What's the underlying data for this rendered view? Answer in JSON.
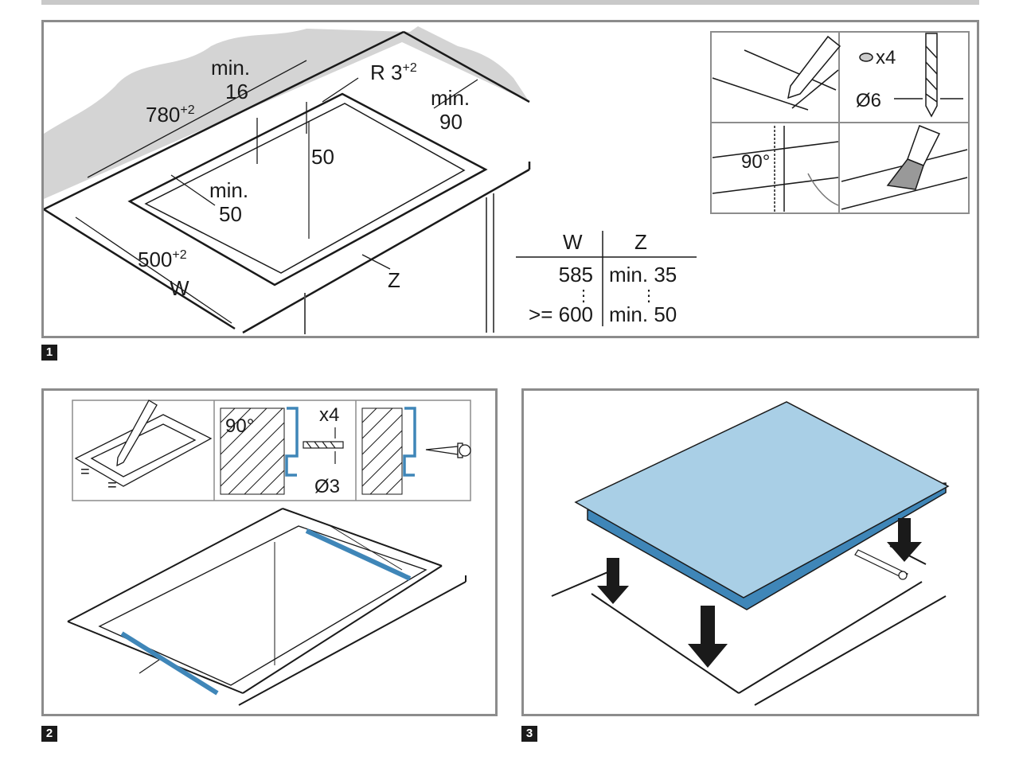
{
  "colors": {
    "accent_blue": "#a9cfe6",
    "bracket_blue": "#3f86b8",
    "line": "#1a1a1a",
    "frame": "#8c8c8c",
    "wall": "#d4d4d4"
  },
  "panel1": {
    "step": "1",
    "dims": {
      "min_top": "min.",
      "min_top_val": "16",
      "radius": "R 3",
      "radius_sup": "+2",
      "length": "780",
      "length_sup": "+2",
      "min_right": "min.",
      "min_right_val": "90",
      "depth_50": "50",
      "min_mid": "min.",
      "min_mid_val": "50",
      "width": "500",
      "width_sup": "+2",
      "w_label": "W",
      "z_label": "Z"
    },
    "table": {
      "headers": [
        "W",
        "Z"
      ],
      "rows": [
        {
          "w": "585",
          "z": "min. 35"
        },
        {
          "w": ">= 600",
          "z": "min. 50"
        }
      ],
      "ellipsis": "⋮"
    },
    "tools": {
      "drill_count": "x4",
      "drill_size": "Ø6",
      "saw_angle": "90°"
    }
  },
  "panel2": {
    "step": "2",
    "equal_a": "=",
    "equal_b": "=",
    "angle": "90°",
    "screw_count": "x4",
    "hole_size": "Ø3"
  },
  "panel3": {
    "step": "3"
  }
}
